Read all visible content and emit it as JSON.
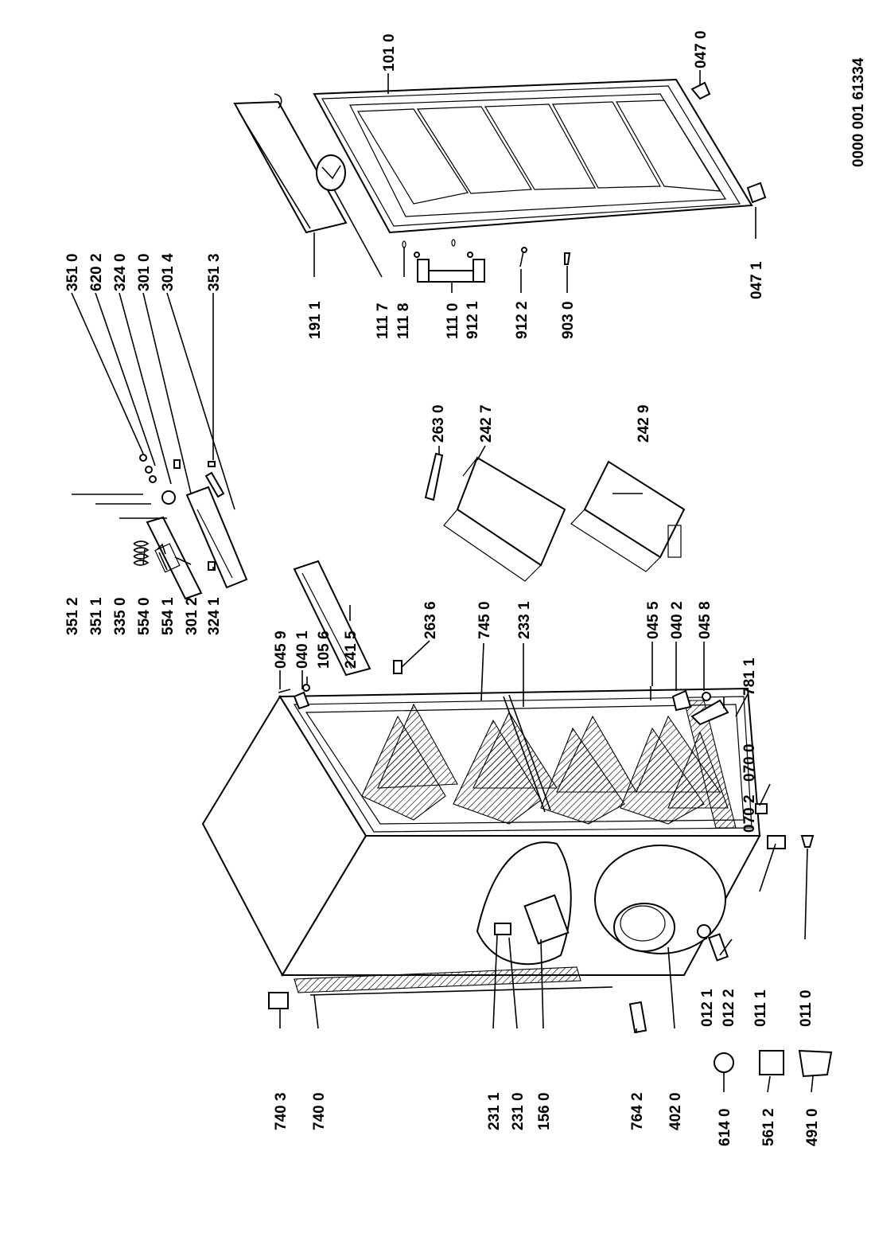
{
  "document_code": "0000 001 61334",
  "labels": {
    "p1010": "101 0",
    "p0470": "047 0",
    "p0471": "047 1",
    "p1911": "191 1",
    "p1117": "111 7",
    "p1118": "111 8",
    "p1110": "111 0",
    "p9121": "912 1",
    "p9122": "912 2",
    "p9030": "903 0",
    "p3510": "351 0",
    "p6202": "620 2",
    "p3240": "324 0",
    "p3010": "301 0",
    "p3014": "301 4",
    "p3513": "351 3",
    "p2630": "263 0",
    "p2427": "242 7",
    "p2429": "242 9",
    "p3512": "351 2",
    "p3511": "351 1",
    "p3350": "335 0",
    "p5540": "554 0",
    "p5541": "554 1",
    "p3012": "301 2",
    "p3241": "324 1",
    "p0459": "045 9",
    "p0401": "040 1",
    "p1056": "105 6",
    "p2415": "241 5",
    "p2636": "263 6",
    "p7450": "745 0",
    "p2331": "233 1",
    "p0455": "045 5",
    "p0402": "040 2",
    "p0458": "045 8",
    "p7811": "781 1",
    "p0700": "070 0",
    "p0702": "070 2",
    "p0111": "011 1",
    "p0110": "011 0",
    "p0121": "012 1",
    "p0122": "012 2",
    "p7403": "740 3",
    "p7400": "740 0",
    "p2311": "231 1",
    "p2310": "231 0",
    "p1560": "156 0",
    "p7642": "764 2",
    "p4020": "402 0",
    "p6140": "614 0",
    "p5612": "561 2",
    "p4910": "491 0"
  }
}
